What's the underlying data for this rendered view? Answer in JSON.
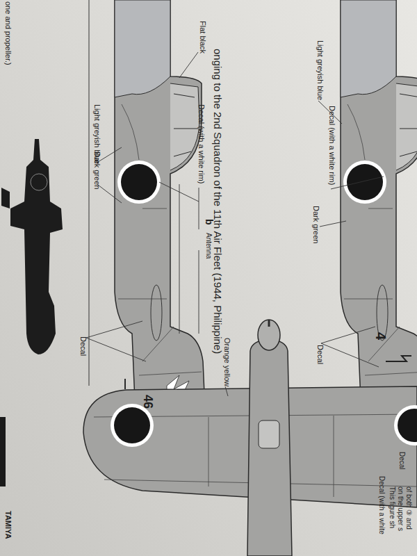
{
  "diagram": {
    "labels": [
      "one and propeller.)",
      "onging to the 2nd Squadron of the 11th Air Fleet (1944, Philippine)",
      "Flat black",
      "Light greyish blue",
      "Dark green",
      "Decal (with a white rim)",
      "b",
      "Antenna",
      "Decal",
      "46",
      "Light greyish blue",
      "Decal (with a white rim)",
      "Dark green",
      "4",
      "Decal",
      "Orange yellow",
      "Decal",
      "Decal (with a white",
      "This figure sh",
      "on the upper s",
      "of both ③ and",
      "TAMIYA"
    ]
  }
}
